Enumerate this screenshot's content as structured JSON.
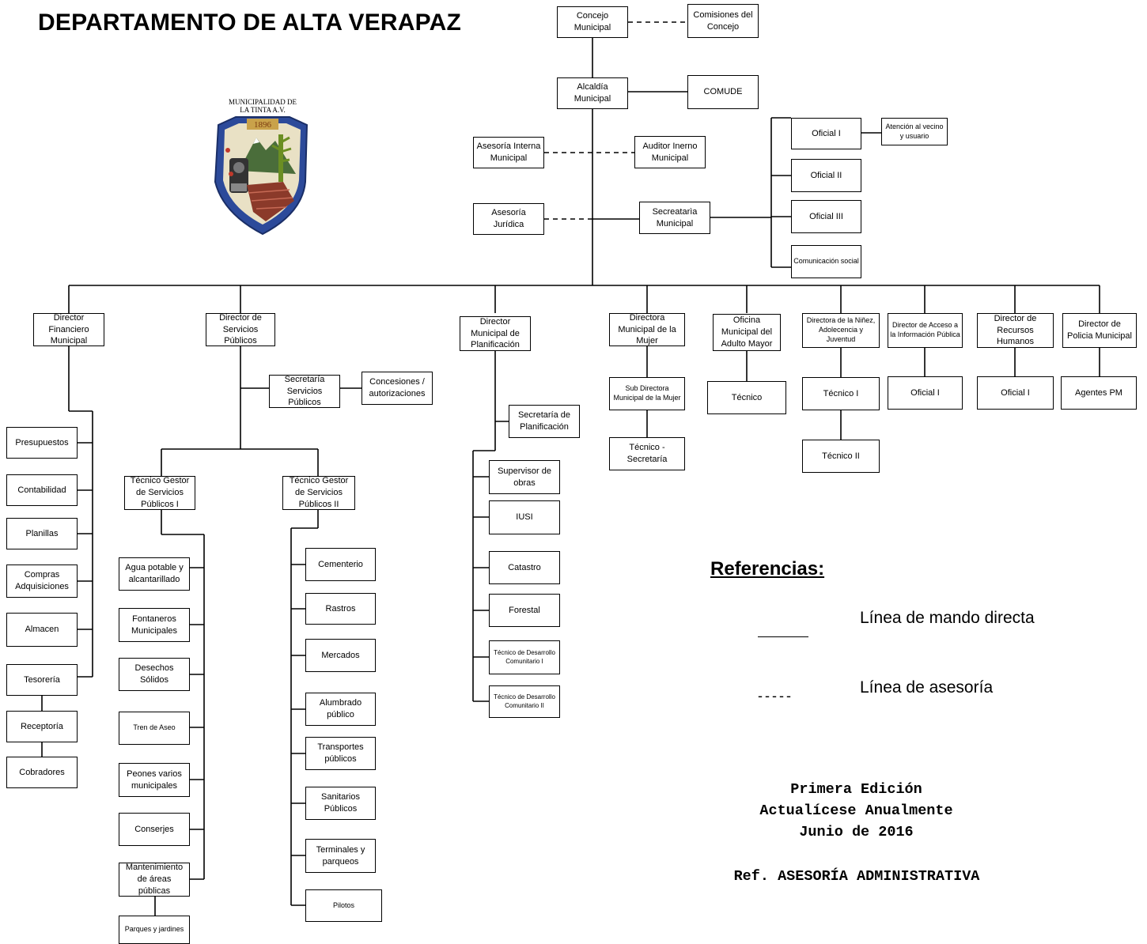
{
  "title": "DEPARTAMENTO DE ALTA VERAPAZ",
  "logo": {
    "line1": "MUNICIPALIDAD DE",
    "line2": "LA TINTA A.V.",
    "year": "1896"
  },
  "boxes": {
    "concejo": "Concejo Municipal",
    "comisiones": "Comisiones del Concejo",
    "alcaldia": "Alcaldía Municipal",
    "comude": "COMUDE",
    "asesoria_interna": "Asesoría Interna Municipal",
    "auditor": "Auditor Inerno Municipal",
    "asesoria_juridica": "Asesoría Jurídica",
    "secretaria_municipal": "Secreatarìa Municipal",
    "oficial1": "Oficial I",
    "oficial2": "Oficial II",
    "oficial3": "Oficial III",
    "comunicacion": "Comunicación social",
    "atencion": "Atención al vecino y usuario",
    "dir_financiero": "Director Financiero Municipal",
    "presupuestos": "Presupuestos",
    "contabilidad": "Contabilidad",
    "planillas": "Planillas",
    "compras": "Compras Adquisiciones",
    "almacen": "Almacen",
    "tesoreria": "Tesorería",
    "receptoria": "Receptoría",
    "cobradores": "Cobradores",
    "dir_servicios": "Director de Servicios Públicos",
    "sec_servicios": "Secretaría Servicios Públicos",
    "concesiones": "Concesiones / autorizaciones",
    "tecnico_gestor1": "Técnico Gestor de Servicios Públicos I",
    "tecnico_gestor2": "Técnico Gestor de Servicios Públicos II",
    "agua": "Agua potable y alcantarillado",
    "fontaneros": "Fontaneros Municipales",
    "desechos": "Desechos Sólidos",
    "tren_aseo": "Tren de Aseo",
    "peones": "Peones varios municipales",
    "conserjes": "Conserjes",
    "mantenimiento": "Mantenimiento de áreas públicas",
    "parques": "Parques y jardines",
    "cementerio": "Cementerio",
    "rastros": "Rastros",
    "mercados": "Mercados",
    "alumbrado": "Alumbrado público",
    "transportes": "Transportes públicos",
    "sanitarios": "Sanitarios Públicos",
    "terminales": "Terminales y parqueos",
    "pilotos": "Pilotos",
    "dir_planificacion": "Director Municipal de Planificación",
    "sec_planificacion": "Secretaría de Planificación",
    "supervisor": "Supervisor de obras",
    "iusi": "IUSI",
    "catastro": "Catastro",
    "forestal": "Forestal",
    "tec_desarrollo1": "Técnico de Desarrollo Comunitario I",
    "tec_desarrollo2": "Técnico de Desarrollo Comunitario II",
    "dir_mujer": "Directora Municipal de la Mujer",
    "sub_mujer": "Sub Directora Municipal de la Mujer",
    "tec_secretaria": "Técnico - Secretaría",
    "adulto_mayor": "Oficina Municipal del Adulto Mayor",
    "tecnico_adulto": "Técnico",
    "dir_ninez": "Directora de la Niñez, Adolecencia y Juventud",
    "tecnico_i_ninez": "Técnico I",
    "tecnico_ii_ninez": "Técnico II",
    "dir_acceso": "Director de Acceso a la Información Pública",
    "oficial_acceso": "Oficial I",
    "dir_rrhh": "Director de Recursos Humanos",
    "oficial_rrhh": "Oficial I",
    "dir_policia": "Director de Policia Municipal",
    "agentes": "Agentes PM"
  },
  "legend": {
    "heading": "Referencias:",
    "solid_label": "Línea de mando directa",
    "dashed_label": "Línea de asesoría",
    "dashed_sample": "-----"
  },
  "edition": {
    "line1": "Primera Edición",
    "line2": "Actualícese Anualmente",
    "line3": "Junio de 2016",
    "ref": "Ref. ASESORÍA ADMINISTRATIVA"
  },
  "colors": {
    "line": "#000000",
    "shield_blue": "#2c4a9a",
    "shield_bg": "#e9e1c5"
  }
}
